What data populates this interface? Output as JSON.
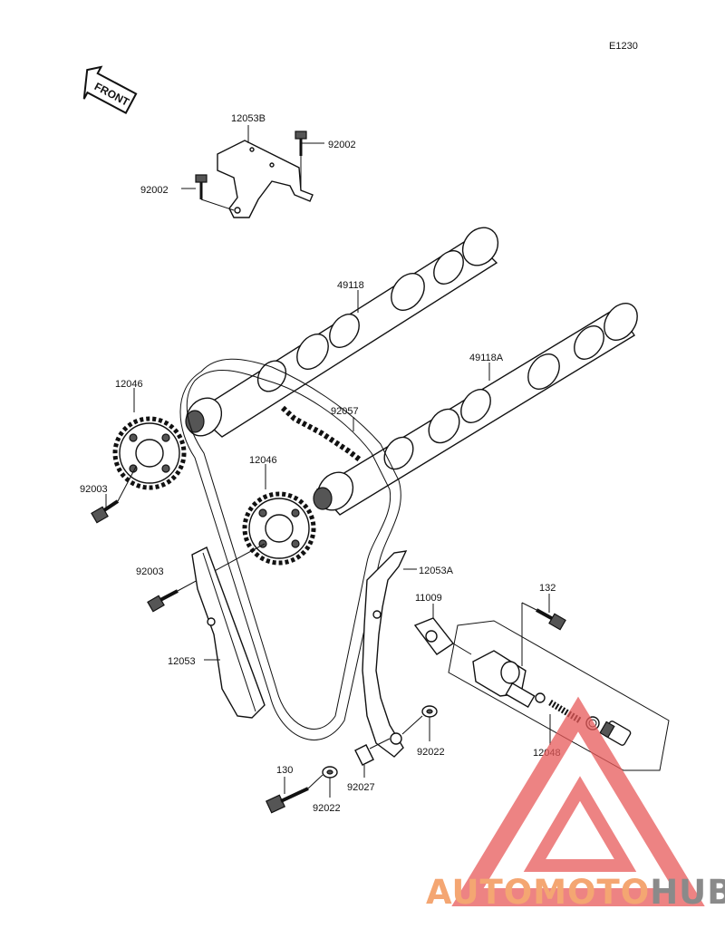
{
  "diagram_code": "E1230",
  "front_label": "FRONT",
  "parts": [
    {
      "id": "bracket",
      "label": "12053B"
    },
    {
      "id": "bolt-top-right",
      "label": "92002"
    },
    {
      "id": "bolt-top-left",
      "label": "92002"
    },
    {
      "id": "camshaft-upper",
      "label": "49118"
    },
    {
      "id": "camshaft-lower",
      "label": "49118A"
    },
    {
      "id": "sprocket-left",
      "label": "12046"
    },
    {
      "id": "chain",
      "label": "92057"
    },
    {
      "id": "sprocket-right",
      "label": "12046"
    },
    {
      "id": "bolt-sprocket-left",
      "label": "92003"
    },
    {
      "id": "bolt-sprocket-right",
      "label": "92003"
    },
    {
      "id": "guide-rear",
      "label": "12053A"
    },
    {
      "id": "gasket",
      "label": "11009"
    },
    {
      "id": "tensioner-bolt",
      "label": "132"
    },
    {
      "id": "guide-front",
      "label": "12053"
    },
    {
      "id": "washer-right",
      "label": "92022"
    },
    {
      "id": "tensioner",
      "label": "12048"
    },
    {
      "id": "pivot-bolt",
      "label": "130"
    },
    {
      "id": "collar",
      "label": "92027"
    },
    {
      "id": "washer-left",
      "label": "92022"
    }
  ],
  "watermark": {
    "part1": "AUTOMOTO",
    "part2": "HUB",
    "color1": "#f4a672",
    "color2": "#8a8a8a",
    "triangle_color": "#e85a5a"
  }
}
